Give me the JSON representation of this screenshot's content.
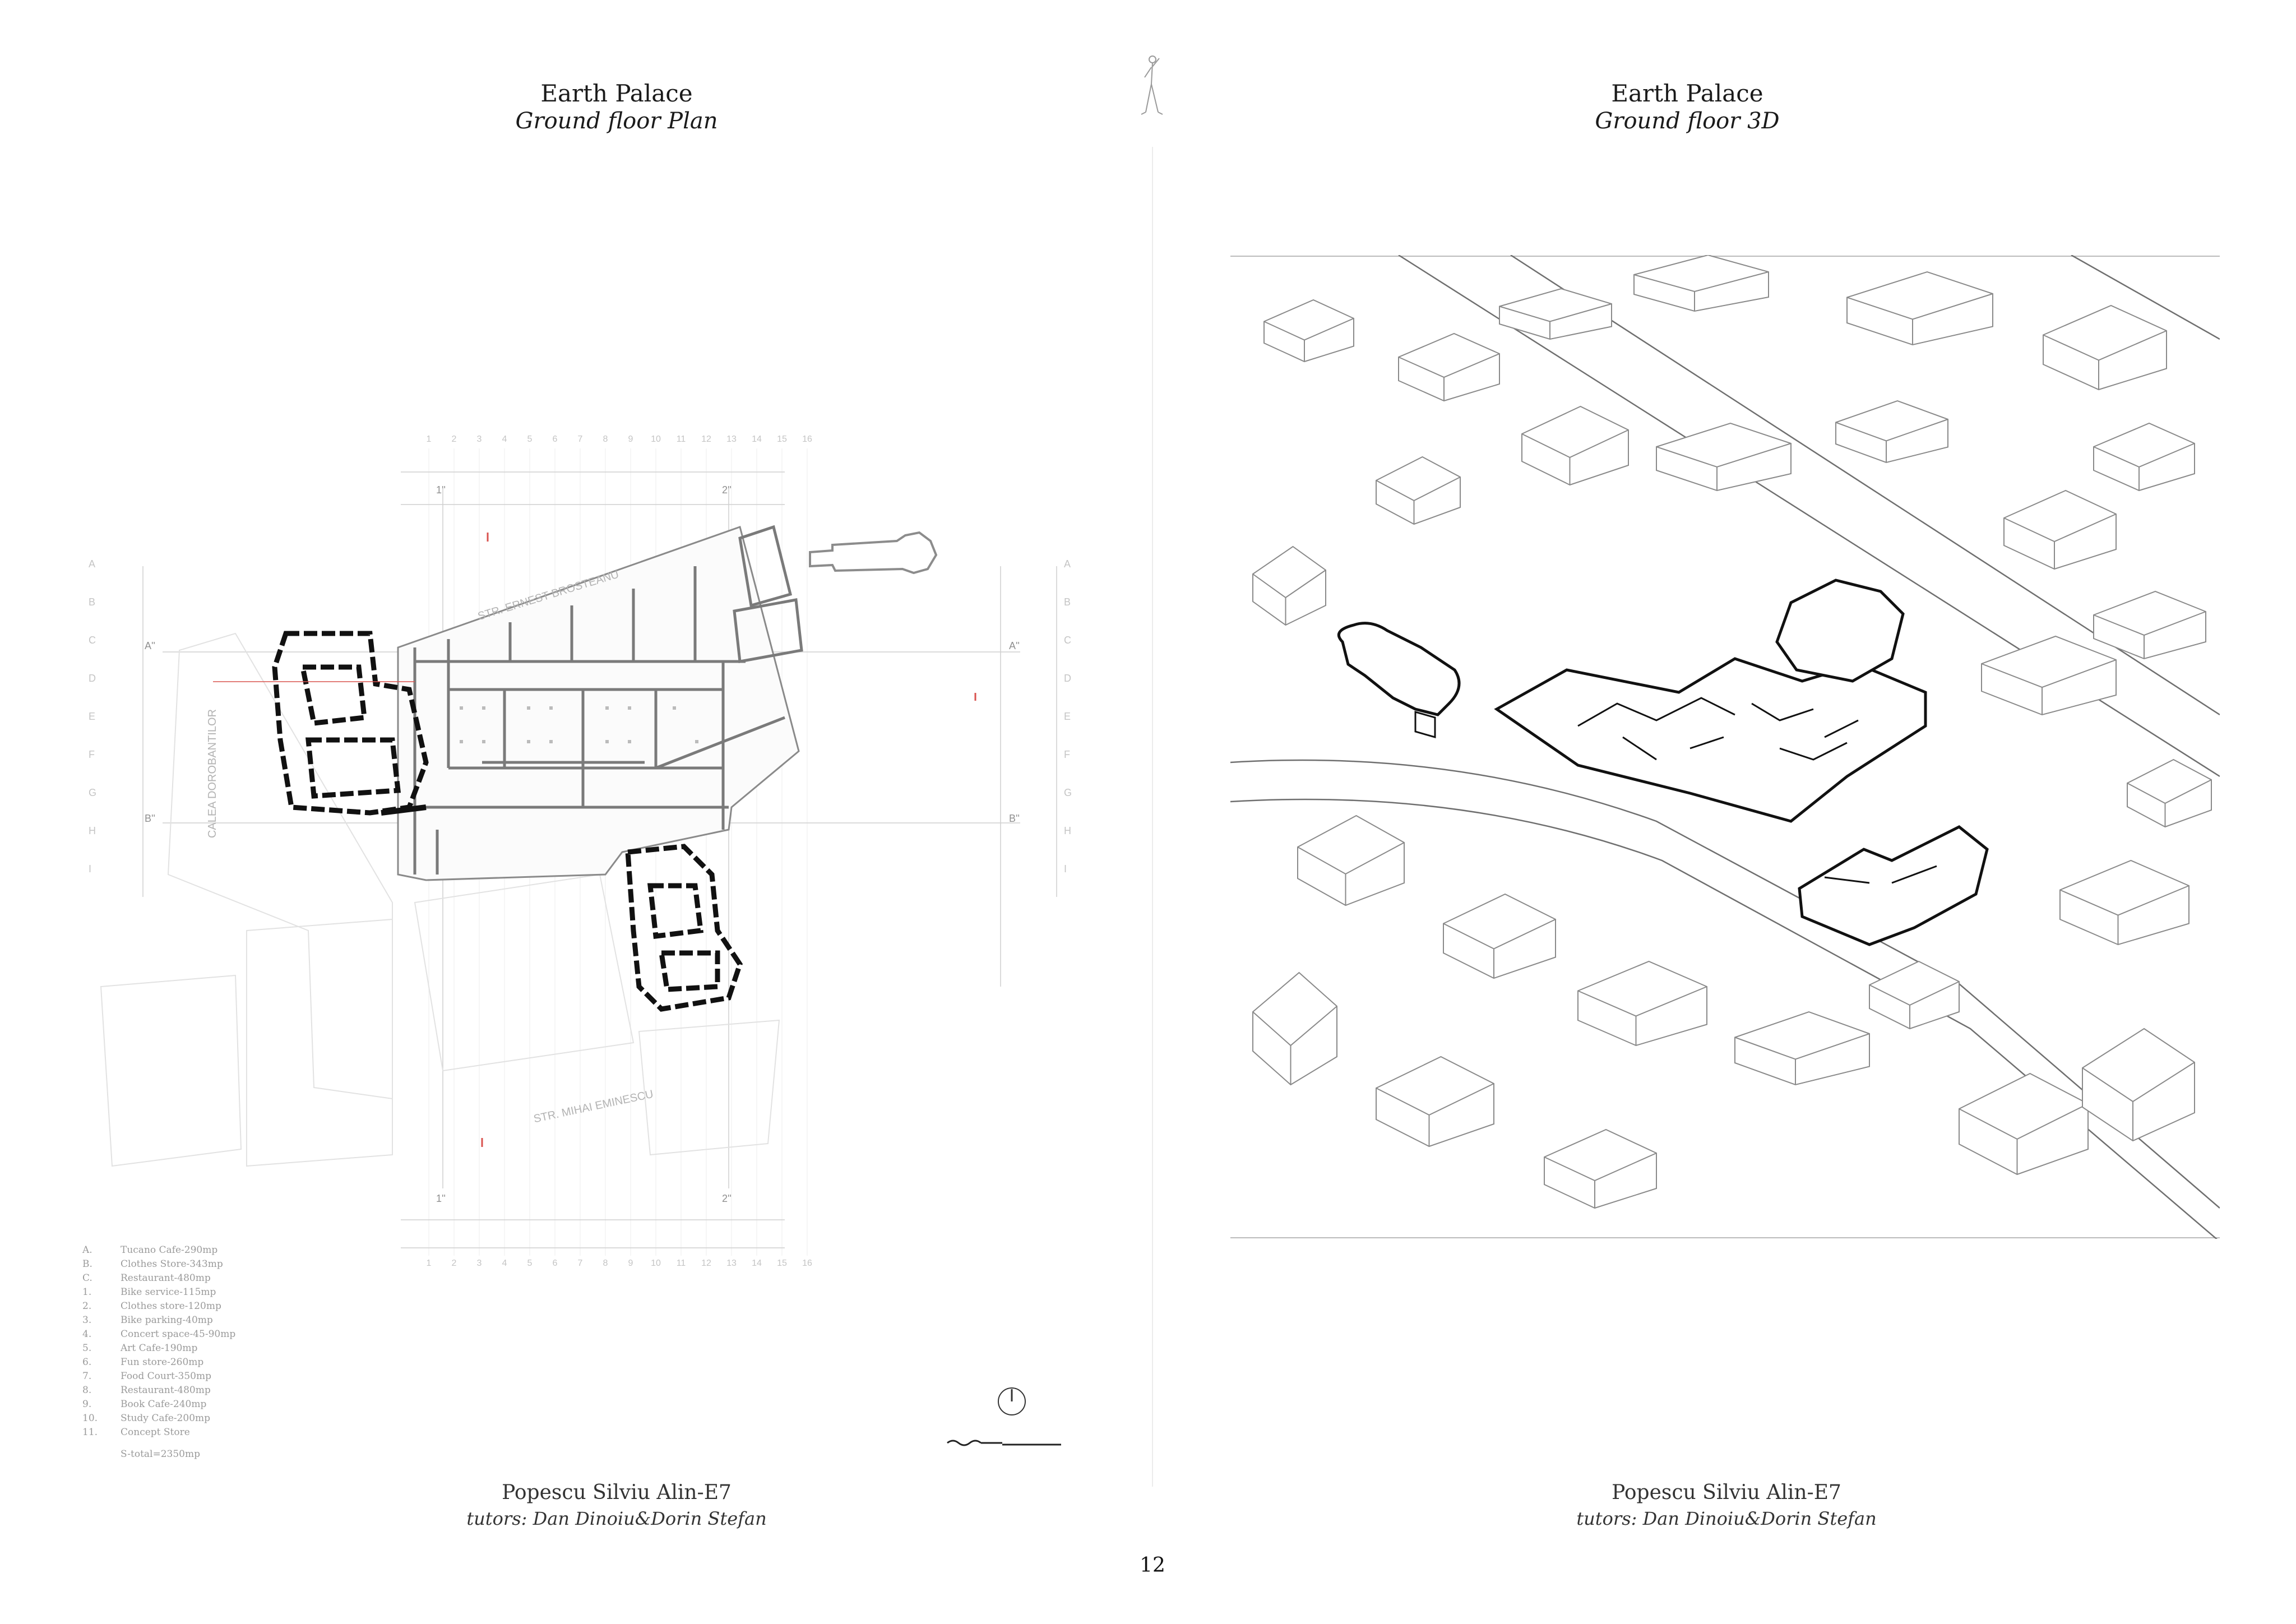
{
  "left_page": {
    "title": "Earth Palace",
    "subtitle": "Ground floor Plan",
    "author": "Popescu Silviu Alin-E7",
    "tutors": "tutors: Dan Dinoiu&Dorin Stefan",
    "plan": {
      "street_top": "STR. ERNEST BROSTEANU",
      "street_left": "CALEA DOROBANTILOR",
      "street_bottom": "STR. MIHAI EMINESCU",
      "column_numbers": [
        "1",
        "2",
        "3",
        "4",
        "5",
        "6",
        "7",
        "8",
        "9",
        "10",
        "11",
        "12",
        "13",
        "14",
        "15",
        "16"
      ],
      "row_letters": [
        "A",
        "B",
        "C",
        "D",
        "E",
        "F",
        "G",
        "H",
        "I"
      ],
      "section_marks": [
        "A''",
        "B''",
        "A''",
        "B''",
        "1''",
        "2''",
        "1''",
        "2''"
      ]
    },
    "legend": [
      {
        "key": "A.",
        "text": "Tucano Cafe-290mp"
      },
      {
        "key": "B.",
        "text": "Clothes Store-343mp"
      },
      {
        "key": "C.",
        "text": "Restaurant-480mp"
      },
      {
        "key": "1.",
        "text": "Bike service-115mp"
      },
      {
        "key": "2.",
        "text": "Clothes store-120mp"
      },
      {
        "key": "3.",
        "text": "Bike parking-40mp"
      },
      {
        "key": "4.",
        "text": "Concert space-45-90mp"
      },
      {
        "key": "5.",
        "text": "Art Cafe-190mp"
      },
      {
        "key": "6.",
        "text": "Fun store-260mp"
      },
      {
        "key": "7.",
        "text": "Food Court-350mp"
      },
      {
        "key": "8.",
        "text": "Restaurant-480mp"
      },
      {
        "key": "9.",
        "text": "Book Cafe-240mp"
      },
      {
        "key": "10.",
        "text": "Study Cafe-200mp"
      },
      {
        "key": "11.",
        "text": "Concept Store"
      }
    ],
    "total": "S-total=2350mp"
  },
  "right_page": {
    "title": "Earth Palace",
    "subtitle": "Ground floor 3D",
    "author": "Popescu Silviu Alin-E7",
    "tutors": "tutors: Dan Dinoiu&Dorin Stefan"
  },
  "page_number": "12",
  "icons": [
    "figure-sketch-icon",
    "north-arrow-icon",
    "scale-bar-icon"
  ]
}
